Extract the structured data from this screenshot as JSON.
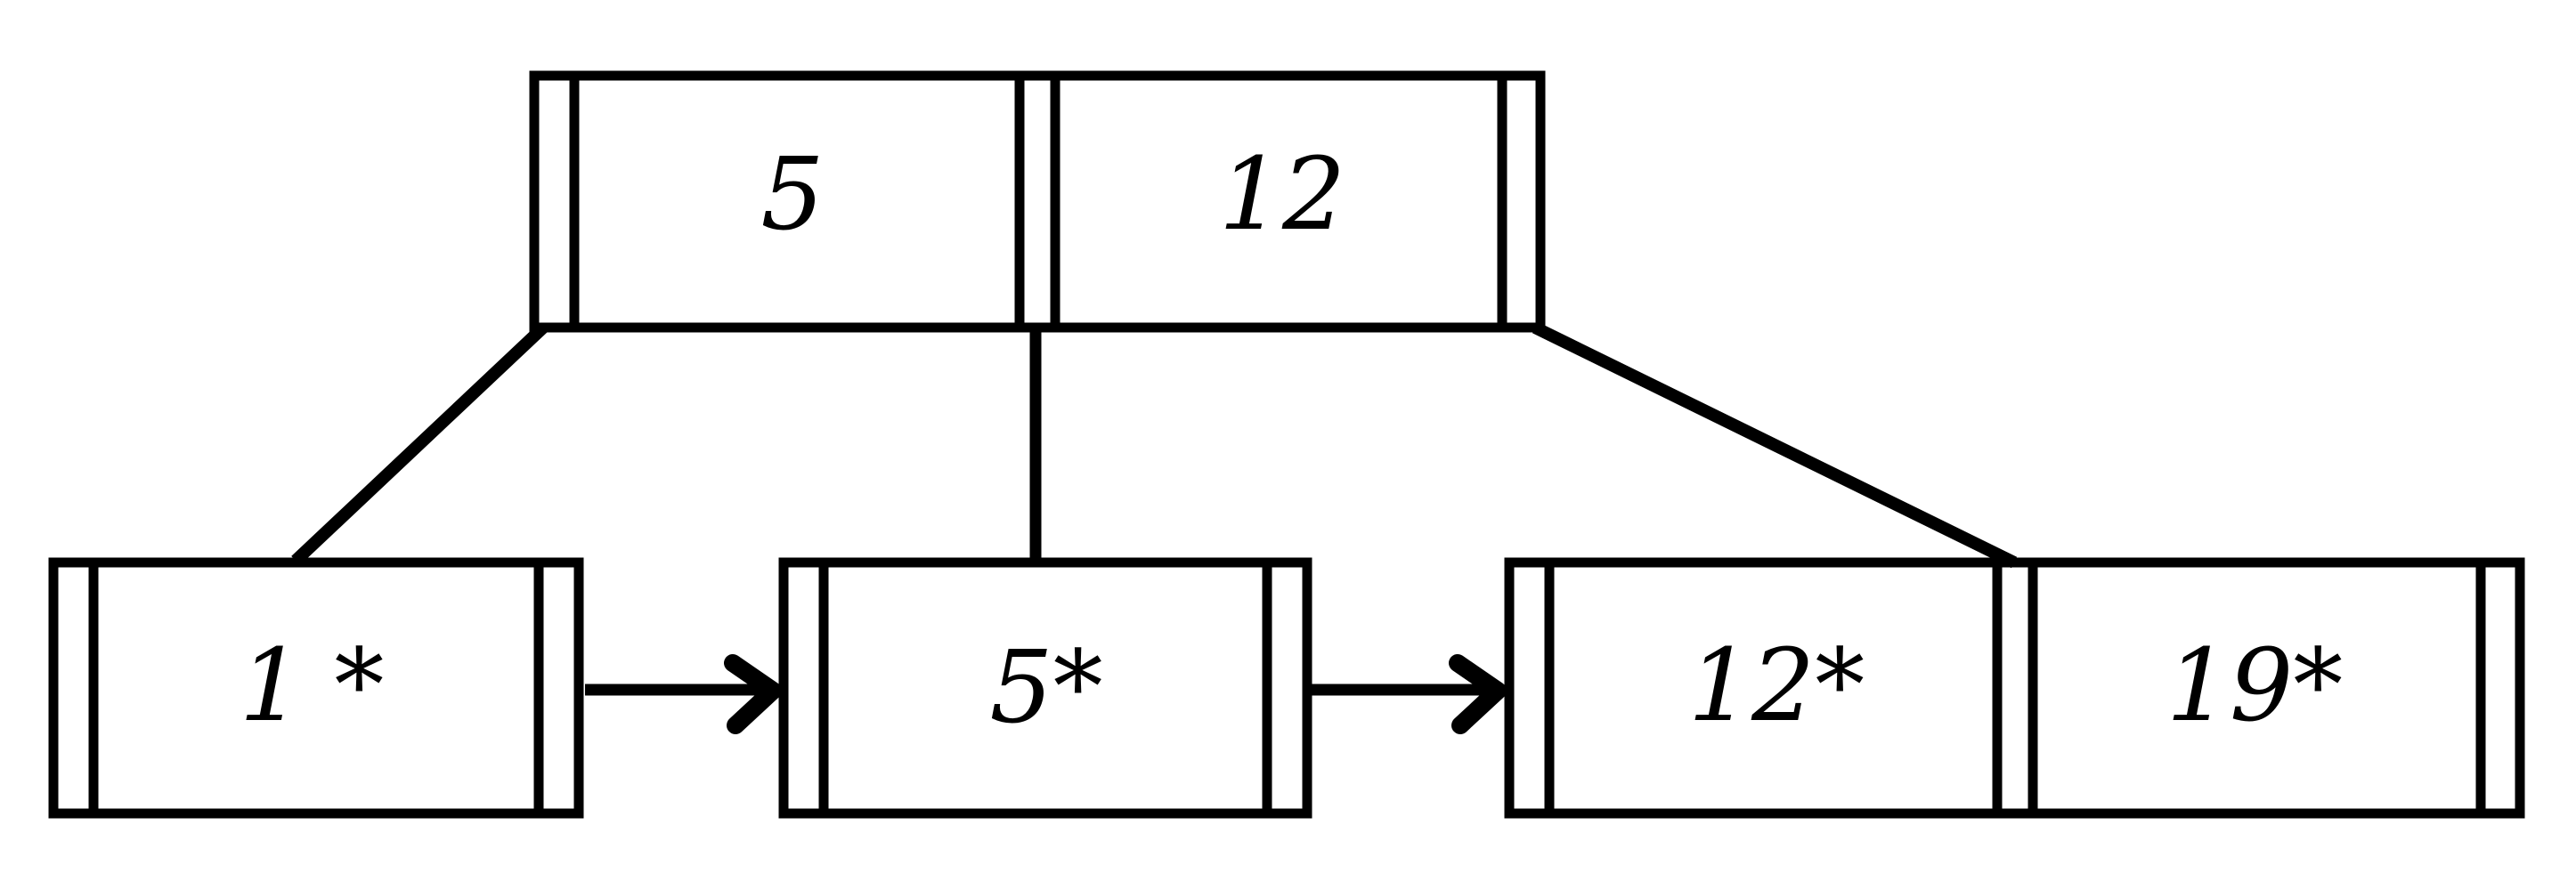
{
  "diagram": {
    "kind": "b-plus-tree",
    "title": "",
    "style": {
      "stroke_color": "#000000",
      "background_color": "#ffffff",
      "text_color": "#000000",
      "border_width": 10,
      "divider_width": 10
    },
    "root": {
      "id": "root-node",
      "keys": [
        "5",
        "12"
      ],
      "pointer_slots": 3
    },
    "leaves": [
      {
        "id": "leaf-node-1",
        "entries": [
          "1 *"
        ],
        "pointer_slots": 2
      },
      {
        "id": "leaf-node-2",
        "entries": [
          "5*"
        ],
        "pointer_slots": 2
      },
      {
        "id": "leaf-node-3",
        "entries": [
          "12*",
          "19*"
        ],
        "pointer_slots": 2
      }
    ],
    "edges": [
      {
        "id": "edge-root-to-leaf-1",
        "from": "root-node",
        "to": "leaf-node-1",
        "shape": "diagonal-left"
      },
      {
        "id": "edge-root-to-leaf-2",
        "from": "root-node",
        "to": "leaf-node-2",
        "shape": "vertical"
      },
      {
        "id": "edge-root-to-leaf-3",
        "from": "root-node",
        "to": "leaf-node-3",
        "shape": "diagonal-right"
      }
    ],
    "sibling_links": [
      {
        "id": "leaf-link-1-to-2",
        "from": "leaf-node-1",
        "to": "leaf-node-2",
        "marker": "arrow-right"
      },
      {
        "id": "leaf-link-2-to-3",
        "from": "leaf-node-2",
        "to": "leaf-node-3",
        "marker": "arrow-right"
      }
    ]
  }
}
